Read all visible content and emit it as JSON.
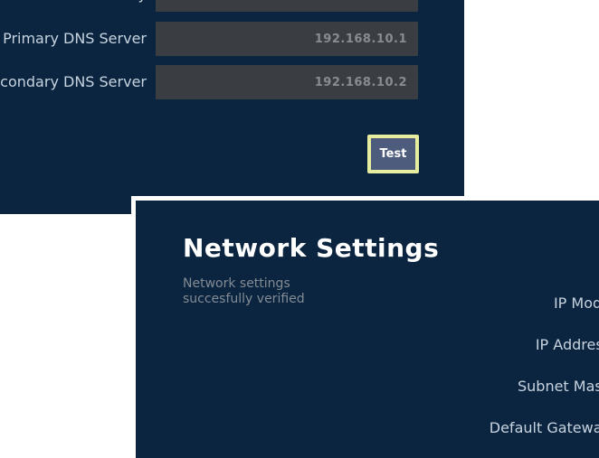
{
  "colors": {
    "page_background": "#ffffff",
    "panel_background": "#0b2540",
    "field_label_text": "#c7d3df",
    "input_background": "#3a3e43",
    "input_value_text": "#878c93",
    "title_text": "#ffffff",
    "status_text": "#838b94",
    "test_button_background": "#4d5b7c",
    "test_button_border": "#e6ed9f"
  },
  "dns_panel": {
    "partial_row": {
      "label": "Default Gateway",
      "value": ""
    },
    "rows": [
      {
        "label": "Primary DNS Server",
        "value": "192.168.10.1"
      },
      {
        "label": "Secondary DNS Server",
        "value": "192.168.10.2"
      }
    ],
    "test_button_label": "Test"
  },
  "network_panel": {
    "title": "Network Settings",
    "status_line1": "Network settings",
    "status_line2": "succesfully verified",
    "field_labels": [
      "IP Mode",
      "IP Address",
      "Subnet Mask",
      "Default Gateway"
    ]
  }
}
